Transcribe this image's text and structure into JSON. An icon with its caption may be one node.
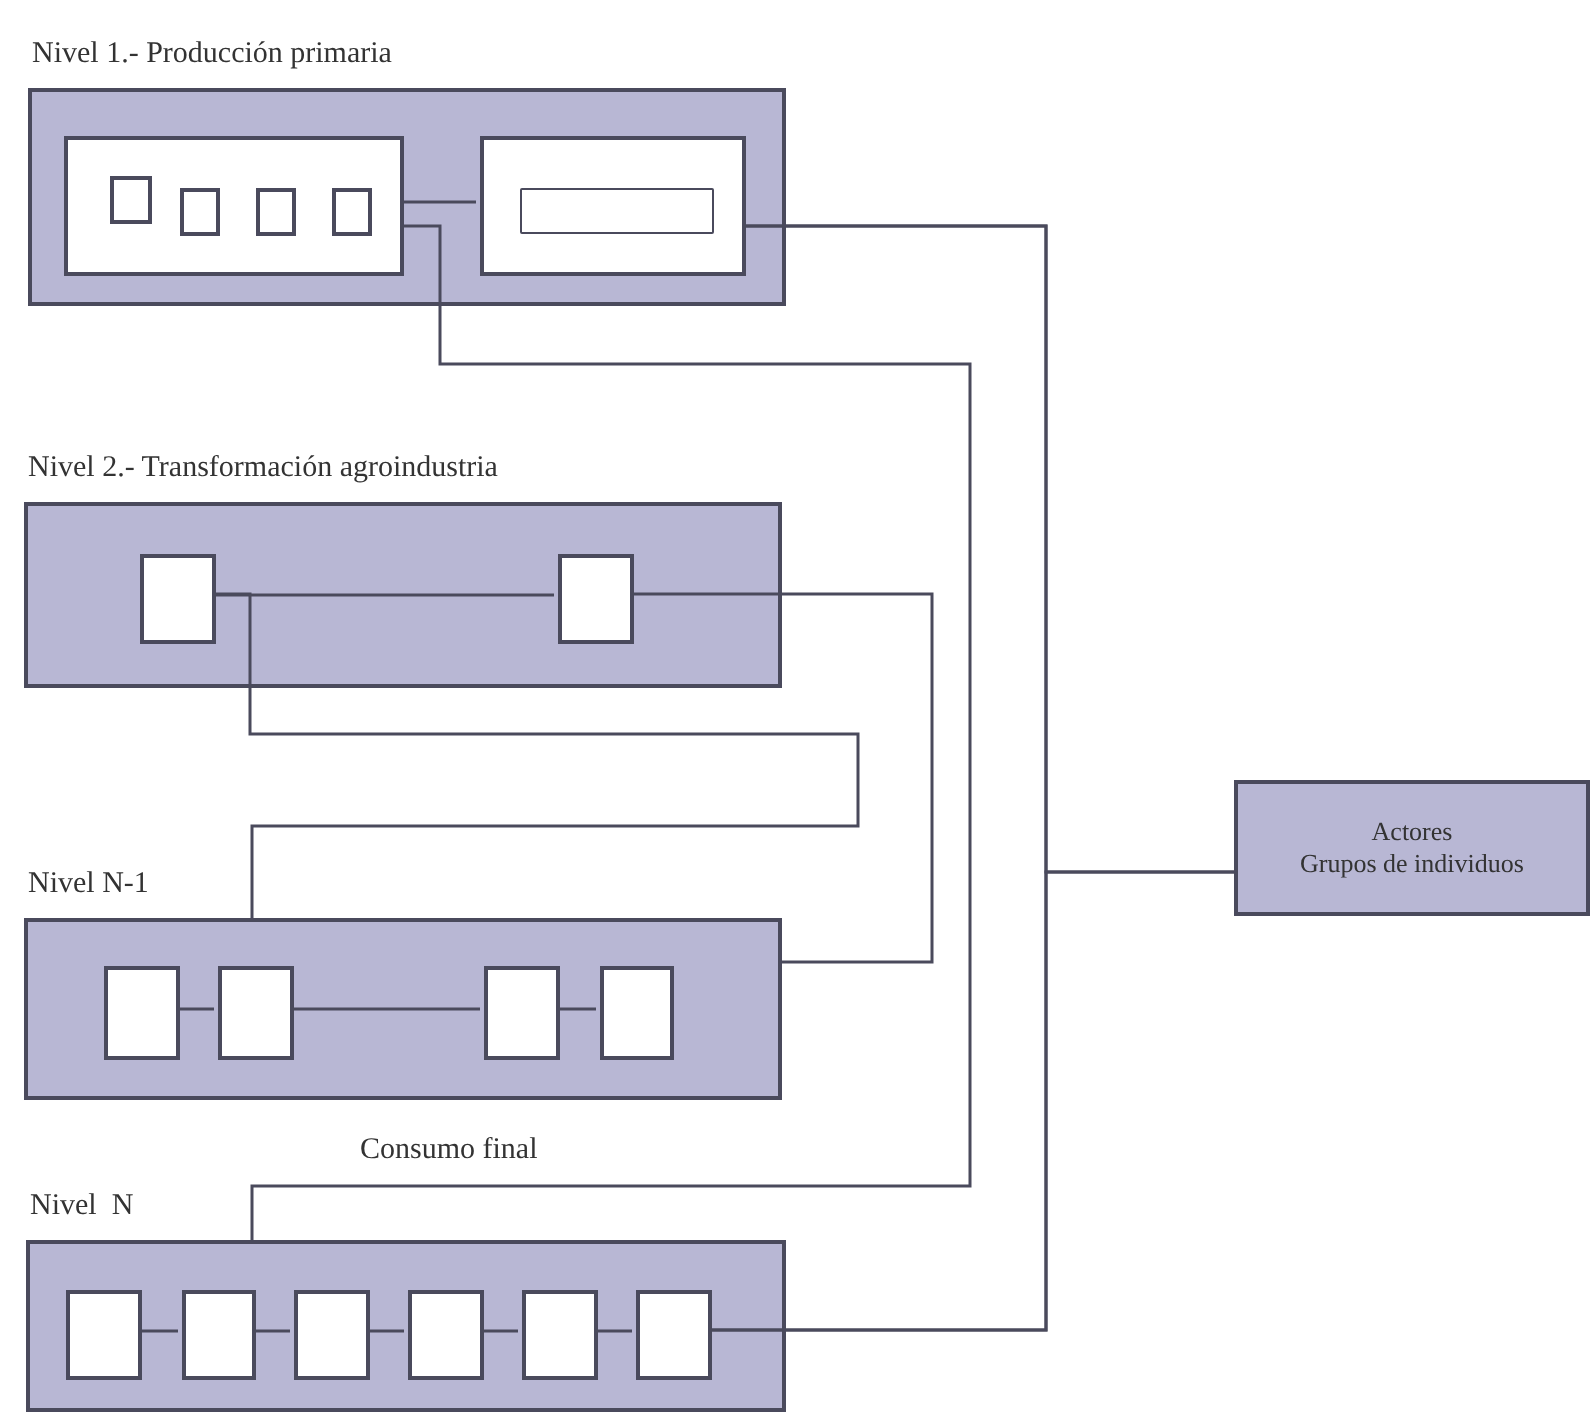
{
  "diagram": {
    "nodes": [
      {
        "text": [
          "Nivel 1.- Producción primaria"
        ]
      },
      {
        "text": [],
        "shape": "box",
        "in": 0
      },
      {
        "text": [],
        "shape": "box",
        "in": 1
      },
      {
        "text": [],
        "shape": "box",
        "in": 1
      },
      {
        "text": [],
        "shape": "box",
        "in": 1
      },
      {
        "text": [],
        "shape": "box",
        "in": 1
      },
      {
        "text": [],
        "shape": "box",
        "in": 0
      },
      {
        "text": [],
        "shape": "bar",
        "in": 6
      },
      {
        "text": [
          "Nivel 2.- Transformación agroindustria"
        ]
      },
      {
        "text": [],
        "shape": "box",
        "in": 8
      },
      {
        "text": [],
        "shape": "box",
        "in": 8
      },
      {
        "text": [
          "Nivel N-1"
        ]
      },
      {
        "text": [],
        "shape": "box",
        "in": 11
      },
      {
        "text": [],
        "shape": "box",
        "in": 11
      },
      {
        "text": [],
        "shape": "box",
        "in": 11
      },
      {
        "text": [],
        "shape": "box",
        "in": 11
      },
      {
        "text": [
          "Nivel  N"
        ]
      },
      {
        "text": [],
        "shape": "box",
        "in": 16
      },
      {
        "text": [],
        "shape": "box",
        "in": 16
      },
      {
        "text": [],
        "shape": "box",
        "in": 16
      },
      {
        "text": [],
        "shape": "box",
        "in": 16
      },
      {
        "text": [],
        "shape": "box",
        "in": 16
      },
      {
        "text": [],
        "shape": "box",
        "in": 16
      },
      {
        "text": [
          "Actores",
          "Grupos de individuos"
        ]
      }
    ],
    "edges": [
      {
        "from": 1,
        "to": 6,
        "arrow": "none"
      },
      {
        "from": 1,
        "to": 16,
        "arrow": "none"
      },
      {
        "from": 6,
        "to": 22,
        "arrow": "none"
      },
      {
        "from": 6,
        "to": 23,
        "arrow": "none"
      },
      {
        "from": 22,
        "to": 23,
        "arrow": "none"
      },
      {
        "from": 9,
        "to": 10,
        "arrow": "none"
      },
      {
        "from": 10,
        "to": 11,
        "arrow": "none"
      },
      {
        "from": 9,
        "to": 11,
        "arrow": "none"
      },
      {
        "from": 12,
        "to": 13,
        "arrow": "none"
      },
      {
        "from": 13,
        "to": 14,
        "arrow": "none"
      },
      {
        "from": 14,
        "to": 15,
        "arrow": "none"
      },
      {
        "from": 17,
        "to": 18,
        "arrow": "none"
      },
      {
        "from": 18,
        "to": 19,
        "arrow": "none"
      },
      {
        "from": 19,
        "to": 20,
        "arrow": "none"
      },
      {
        "from": 20,
        "to": 21,
        "arrow": "none"
      },
      {
        "from": 21,
        "to": 22,
        "arrow": "none"
      }
    ],
    "labels": [
      "Consumo final"
    ]
  }
}
